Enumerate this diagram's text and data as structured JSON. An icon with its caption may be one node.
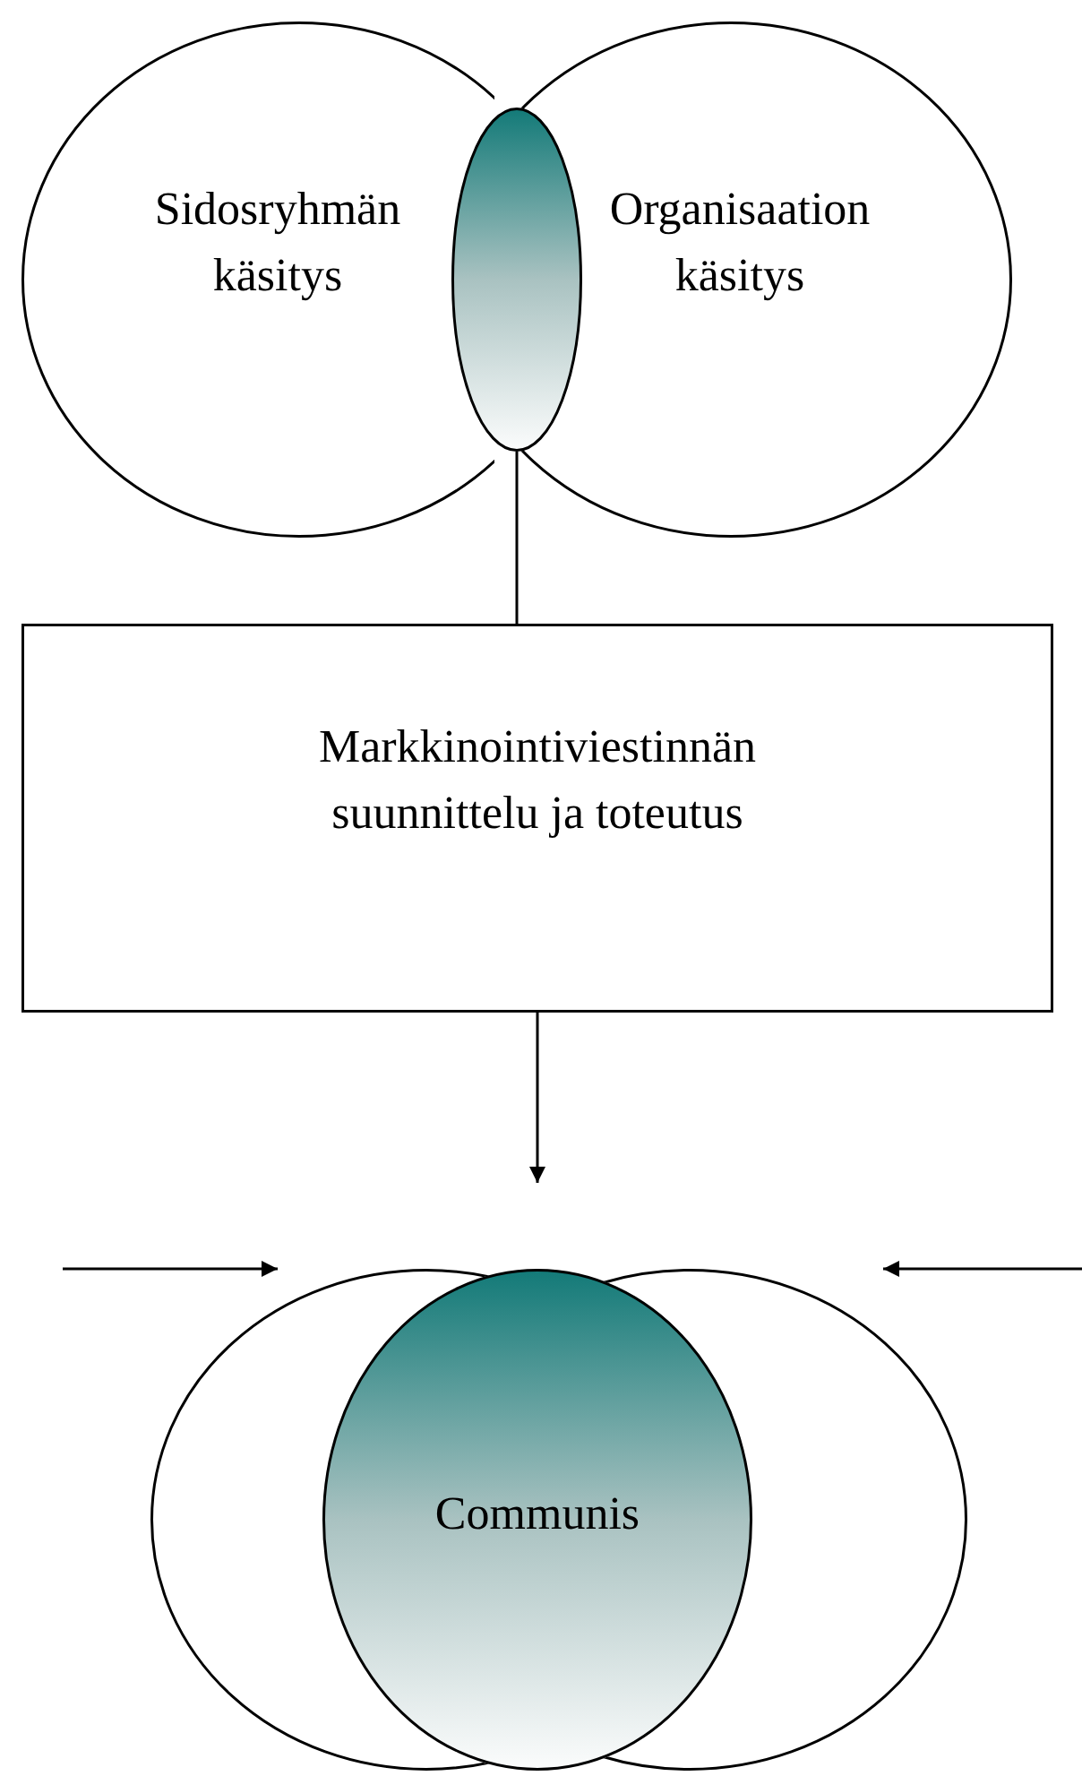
{
  "diagram": {
    "nodes": [
      {
        "text": [
          "Sidosryhmän käsitys"
        ]
      },
      {
        "text": [
          "Organisaation käsitys"
        ]
      },
      {
        "text": [],
        "shape": "ellipse"
      },
      {
        "text": [
          "Markkinointiviestinnän suunnittelu ja toteutus"
        ]
      },
      {
        "text": [],
        "shape": "ellipse"
      },
      {
        "text": [],
        "shape": "ellipse"
      },
      {
        "text": [
          "Communis"
        ]
      }
    ],
    "edges": [
      {
        "from": 2,
        "to": 3,
        "arrow": "none"
      },
      {
        "from": 3,
        "to": null,
        "arrow": "to"
      }
    ]
  }
}
